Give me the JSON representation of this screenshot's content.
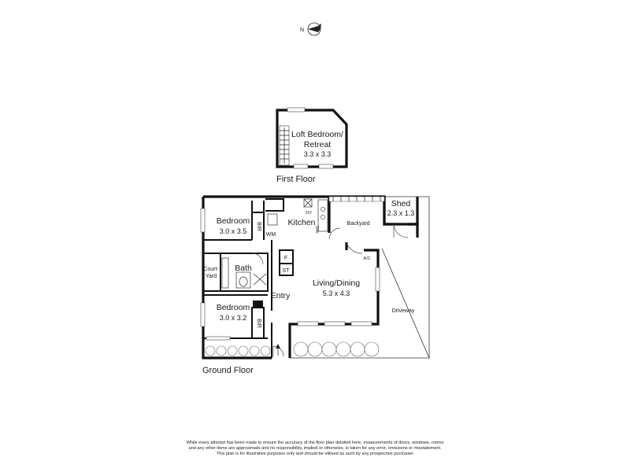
{
  "compass": {
    "label": "N",
    "icon": "north-arrow-icon"
  },
  "first_floor": {
    "caption": "First Floor",
    "rooms": [
      {
        "name_line1": "Loft Bedroom/",
        "name_line2": "Retreat",
        "dims": "3.3 x 3.3"
      }
    ]
  },
  "ground_floor": {
    "caption": "Ground Floor",
    "rooms": {
      "bedroom1": {
        "name": "Bedroom",
        "dims": "3.0 x 3.5"
      },
      "bedroom2": {
        "name": "Bedroom",
        "dims": "3.0 x 3.2"
      },
      "kitchen": {
        "name": "Kitchen"
      },
      "living": {
        "name": "Living/Dining",
        "dims": "5.3 x 4.3"
      },
      "bath": {
        "name": "Bath"
      },
      "courtyard": {
        "line1": "Court-",
        "line2": "Yard"
      },
      "entry": {
        "name": "Entry"
      },
      "shed": {
        "name": "Shed",
        "dims": "2.3 x 1.3"
      },
      "backyard": {
        "name": "Backyard"
      },
      "driveway": {
        "name": "Driveway"
      }
    },
    "fixtures": {
      "bir_top": "BIR",
      "bir_bottom": "BIR",
      "wm": "WM",
      "ov": "OV",
      "dw": "DW",
      "fridge": "F",
      "storage": "ST",
      "ac": "A/C"
    }
  },
  "disclaimer": [
    "While every attempt has been made to ensure the accuracy of the floor plan detailed here, measurements of doors, windows, rooms",
    "and any other items are approximate and no responsibility, implied or otherwise, is taken for any error, omissions or misstatement.",
    "This plan is for illustrative purposes only and should be utilised as such by any prospective purchaser"
  ]
}
